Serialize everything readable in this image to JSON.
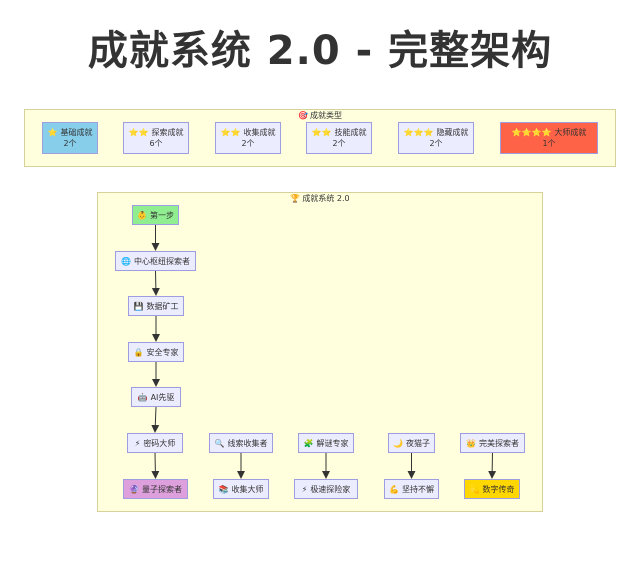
{
  "title": "成就系统 2.0 - 完整架构",
  "types_group": {
    "label": "成就类型",
    "icon": "🎯",
    "items": [
      {
        "icon": "⭐",
        "name": "基础成就",
        "count": "2个",
        "color": "#87ceeb"
      },
      {
        "icon": "⭐⭐",
        "name": "探索成就",
        "count": "6个",
        "color": "#ececff"
      },
      {
        "icon": "⭐⭐",
        "name": "收集成就",
        "count": "2个",
        "color": "#ececff"
      },
      {
        "icon": "⭐⭐",
        "name": "技能成就",
        "count": "2个",
        "color": "#ececff"
      },
      {
        "icon": "⭐⭐⭐",
        "name": "隐藏成就",
        "count": "2个",
        "color": "#ececff"
      },
      {
        "icon": "⭐⭐⭐⭐",
        "name": "大师成就",
        "count": "1个",
        "color": "#ff6347"
      }
    ]
  },
  "system_group": {
    "label": "成就系统 2.0",
    "icon": "🏆",
    "chain": [
      {
        "icon": "👶",
        "label": "第一步",
        "color": "#90ee90"
      },
      {
        "icon": "🌐",
        "label": "中心枢纽探索者",
        "color": "#ececff"
      },
      {
        "icon": "💾",
        "label": "数据矿工",
        "color": "#ececff"
      },
      {
        "icon": "🔒",
        "label": "安全专家",
        "color": "#ececff"
      },
      {
        "icon": "🤖",
        "label": "AI先驱",
        "color": "#ececff"
      }
    ],
    "row_top": [
      {
        "icon": "⚡",
        "label": "密码大师"
      },
      {
        "icon": "🔍",
        "label": "线索收集者"
      },
      {
        "icon": "🧩",
        "label": "解谜专家"
      },
      {
        "icon": "🌙",
        "label": "夜猫子"
      },
      {
        "icon": "👑",
        "label": "完美探索者"
      }
    ],
    "row_bottom": [
      {
        "icon": "🔮",
        "label": "量子探索者",
        "color": "#dda0dd"
      },
      {
        "icon": "📚",
        "label": "收集大师",
        "color": "#ececff"
      },
      {
        "icon": "⚡",
        "label": "极速探险家",
        "color": "#ececff"
      },
      {
        "icon": "💪",
        "label": "坚持不懈",
        "color": "#ececff"
      },
      {
        "icon": "💫",
        "label": "数字传奇",
        "color": "#ffd700"
      }
    ]
  }
}
